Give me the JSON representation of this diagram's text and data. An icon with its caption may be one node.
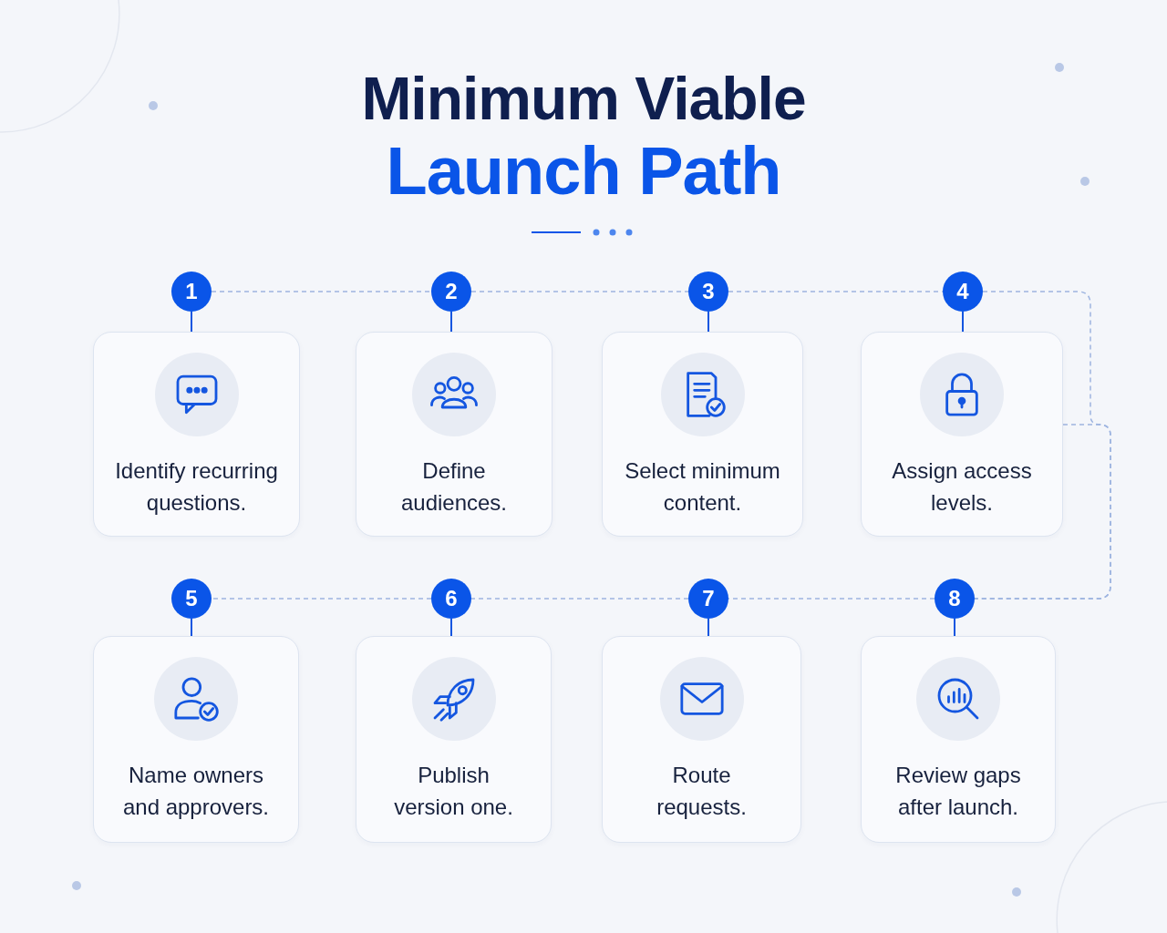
{
  "diagram": {
    "title": "Minimum Viable **Launch Path**",
    "nodes": [
      {
        "text": [
          "1"
        ]
      },
      {
        "text": [
          "Identify recurring questions."
        ]
      },
      {
        "text": [
          "2"
        ]
      },
      {
        "text": [
          "Define audiences."
        ]
      },
      {
        "text": [
          "3"
        ]
      },
      {
        "text": [
          "Select minimum content."
        ]
      },
      {
        "text": [
          "4"
        ]
      },
      {
        "text": [
          "Assign access levels."
        ]
      },
      {
        "text": [
          "5"
        ]
      },
      {
        "text": [
          "Name owners and approvers."
        ]
      },
      {
        "text": [
          "6"
        ]
      },
      {
        "text": [
          "Publish version one."
        ]
      },
      {
        "text": [
          "7"
        ]
      },
      {
        "text": [
          "Route requests."
        ]
      },
      {
        "text": [
          "8"
        ]
      },
      {
        "text": [
          "Review gaps after launch."
        ]
      }
    ],
    "edges": [
      {
        "from": 0,
        "to": 2,
        "arrow": "none",
        "style": "dashed",
        "color": "#9db4e0"
      },
      {
        "from": 2,
        "to": 4,
        "arrow": "none",
        "style": "dashed",
        "color": "#9db4e0"
      },
      {
        "from": 4,
        "to": 6,
        "arrow": "none",
        "style": "dashed",
        "color": "#9db4e0"
      },
      {
        "from": 6,
        "to": 14,
        "arrow": "none",
        "style": "dashed",
        "color": "#9db4e0"
      },
      {
        "from": 14,
        "to": 12,
        "arrow": "none",
        "style": "dashed",
        "color": "#9db4e0"
      },
      {
        "from": 12,
        "to": 10,
        "arrow": "none",
        "style": "dashed",
        "color": "#9db4e0"
      },
      {
        "from": 10,
        "to": 8,
        "arrow": "none",
        "style": "dashed",
        "color": "#9db4e0"
      },
      {
        "from": 7,
        "to": 14,
        "arrow": "none",
        "style": "dashed",
        "color": "#9db4e0"
      },
      {
        "from": 0,
        "to": 1,
        "arrow": "none",
        "color": "#1456e0"
      },
      {
        "from": 2,
        "to": 3,
        "arrow": "none",
        "color": "#1456e0"
      },
      {
        "from": 4,
        "to": 5,
        "arrow": "none",
        "color": "#1456e0"
      },
      {
        "from": 6,
        "to": 7,
        "arrow": "none",
        "color": "#1456e0"
      },
      {
        "from": 8,
        "to": 9,
        "arrow": "none",
        "color": "#1456e0"
      },
      {
        "from": 10,
        "to": 11,
        "arrow": "none",
        "color": "#1456e0"
      },
      {
        "from": 12,
        "to": 13,
        "arrow": "none",
        "color": "#1456e0"
      },
      {
        "from": 14,
        "to": 15,
        "arrow": "none",
        "color": "#1456e0"
      }
    ]
  }
}
